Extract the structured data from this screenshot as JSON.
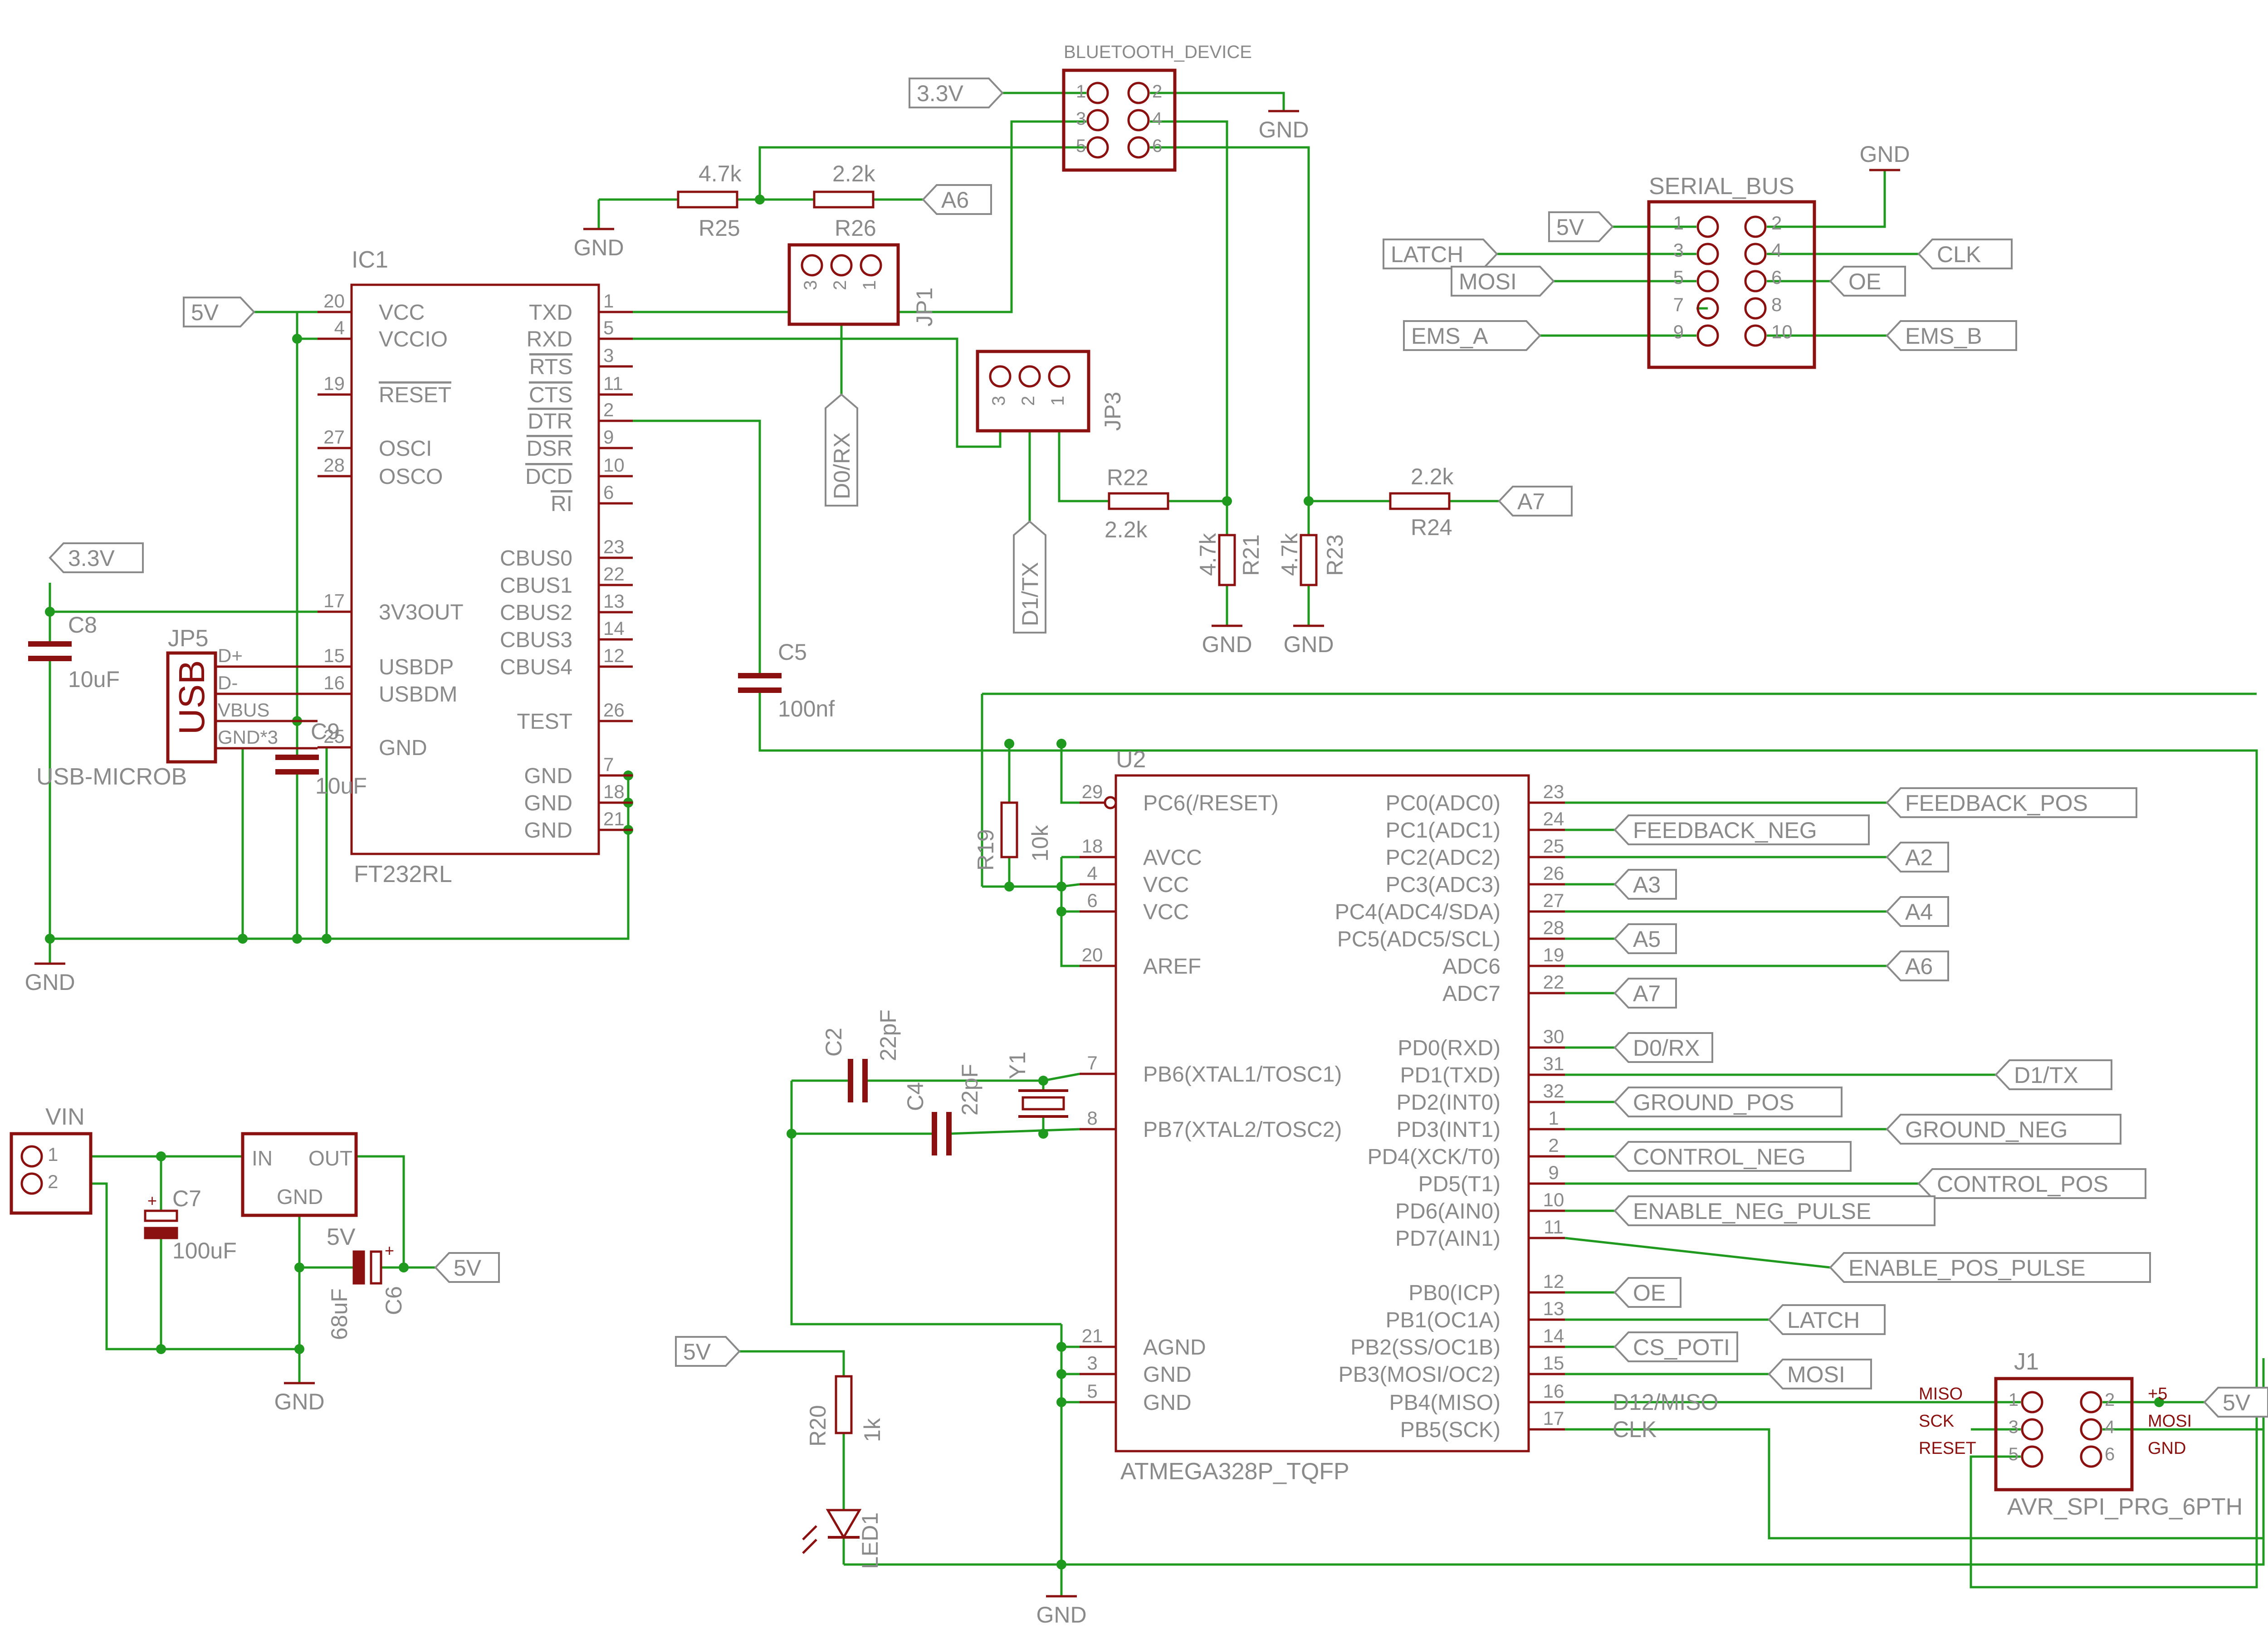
{
  "colors": {
    "wire": "#1f9a1f",
    "part": "#8b1010",
    "text": "#8a8a8a",
    "background": "#ffffff"
  },
  "parts": {
    "ic1": {
      "name": "IC1",
      "value": "FT232RL",
      "left_pins": [
        {
          "num": "20",
          "label": "VCC"
        },
        {
          "num": "4",
          "label": "VCCIO"
        },
        {
          "num": "19",
          "label": "RESET"
        },
        {
          "num": "27",
          "label": "OSCI"
        },
        {
          "num": "28",
          "label": "OSCO"
        },
        {
          "num": "17",
          "label": "3V3OUT"
        },
        {
          "num": "15",
          "label": "USBDP"
        },
        {
          "num": "16",
          "label": "USBDM"
        },
        {
          "num": "25",
          "label": "GND"
        }
      ],
      "right_pins": [
        {
          "num": "1",
          "label": "TXD"
        },
        {
          "num": "5",
          "label": "RXD"
        },
        {
          "num": "3",
          "label": "RTS"
        },
        {
          "num": "11",
          "label": "CTS"
        },
        {
          "num": "2",
          "label": "DTR"
        },
        {
          "num": "9",
          "label": "DSR"
        },
        {
          "num": "10",
          "label": "DCD"
        },
        {
          "num": "6",
          "label": "RI"
        },
        {
          "num": "23",
          "label": "CBUS0"
        },
        {
          "num": "22",
          "label": "CBUS1"
        },
        {
          "num": "13",
          "label": "CBUS2"
        },
        {
          "num": "14",
          "label": "CBUS3"
        },
        {
          "num": "12",
          "label": "CBUS4"
        },
        {
          "num": "26",
          "label": "TEST"
        },
        {
          "num": "7",
          "label": "GND"
        },
        {
          "num": "18",
          "label": "GND"
        },
        {
          "num": "21",
          "label": "GND"
        }
      ]
    },
    "u2": {
      "name": "U2",
      "value": "ATMEGA328P_TQFP",
      "left_pins": [
        {
          "num": "29",
          "label": "PC6(/RESET)"
        },
        {
          "num": "18",
          "label": "AVCC"
        },
        {
          "num": "4",
          "label": "VCC"
        },
        {
          "num": "6",
          "label": "VCC"
        },
        {
          "num": "20",
          "label": "AREF"
        },
        {
          "num": "7",
          "label": "PB6(XTAL1/TOSC1)"
        },
        {
          "num": "8",
          "label": "PB7(XTAL2/TOSC2)"
        },
        {
          "num": "21",
          "label": "AGND"
        },
        {
          "num": "3",
          "label": "GND"
        },
        {
          "num": "5",
          "label": "GND"
        }
      ],
      "right_pins": [
        {
          "num": "23",
          "label": "PC0(ADC0)"
        },
        {
          "num": "24",
          "label": "PC1(ADC1)"
        },
        {
          "num": "25",
          "label": "PC2(ADC2)"
        },
        {
          "num": "26",
          "label": "PC3(ADC3)"
        },
        {
          "num": "27",
          "label": "PC4(ADC4/SDA)"
        },
        {
          "num": "28",
          "label": "PC5(ADC5/SCL)"
        },
        {
          "num": "19",
          "label": "ADC6"
        },
        {
          "num": "22",
          "label": "ADC7"
        },
        {
          "num": "30",
          "label": "PD0(RXD)"
        },
        {
          "num": "31",
          "label": "PD1(TXD)"
        },
        {
          "num": "32",
          "label": "PD2(INT0)"
        },
        {
          "num": "1",
          "label": "PD3(INT1)"
        },
        {
          "num": "2",
          "label": "PD4(XCK/T0)"
        },
        {
          "num": "9",
          "label": "PD5(T1)"
        },
        {
          "num": "10",
          "label": "PD6(AIN0)"
        },
        {
          "num": "11",
          "label": "PD7(AIN1)"
        },
        {
          "num": "12",
          "label": "PB0(ICP)"
        },
        {
          "num": "13",
          "label": "PB1(OC1A)"
        },
        {
          "num": "14",
          "label": "PB2(SS/OC1B)"
        },
        {
          "num": "15",
          "label": "PB3(MOSI/OC2)"
        },
        {
          "num": "16",
          "label": "PB4(MISO)"
        },
        {
          "num": "17",
          "label": "PB5(SCK)"
        }
      ]
    },
    "bluetooth": {
      "name": "BLUETOOTH_DEVICE",
      "pins": [
        "1",
        "2",
        "3",
        "4",
        "5",
        "6"
      ]
    },
    "serial_bus": {
      "name": "SERIAL_BUS",
      "pins": [
        "1",
        "2",
        "3",
        "4",
        "5",
        "6",
        "7",
        "8",
        "9",
        "10"
      ]
    },
    "jp1": {
      "name": "JP1",
      "pins": [
        "3",
        "2",
        "1"
      ]
    },
    "jp3": {
      "name": "JP3",
      "pins": [
        "3",
        "2",
        "1"
      ]
    },
    "jp5": {
      "name": "JP5",
      "value": "USB-MICROB",
      "body_label": "USB",
      "pins": [
        "D+",
        "D-",
        "VBUS",
        "GND*3"
      ]
    },
    "vin": {
      "name": "VIN",
      "pins": [
        "1",
        "2"
      ]
    },
    "regulator": {
      "in_label": "IN",
      "out_label": "OUT",
      "gnd_label": "GND",
      "value": "5V"
    },
    "j1": {
      "name": "J1",
      "value": "AVR_SPI_PRG_6PTH",
      "pins": [
        "1",
        "2",
        "3",
        "4",
        "5",
        "6"
      ],
      "left_labels": [
        "MISO",
        "SCK",
        "RESET"
      ],
      "right_labels": [
        "+5",
        "MOSI",
        "GND"
      ]
    },
    "r25": {
      "name": "R25",
      "value": "4.7k"
    },
    "r26": {
      "name": "R26",
      "value": "2.2k"
    },
    "r22": {
      "name": "R22",
      "value": "2.2k"
    },
    "r21": {
      "name": "R21",
      "value": "4.7k"
    },
    "r23": {
      "name": "R23",
      "value": "4.7k"
    },
    "r24": {
      "name": "R24",
      "value": "2.2k"
    },
    "r19": {
      "name": "R19",
      "value": "10k"
    },
    "r20": {
      "name": "R20",
      "value": "1k"
    },
    "c8": {
      "name": "C8",
      "value": "10uF"
    },
    "c9": {
      "name": "C9",
      "value": "10uF"
    },
    "c5": {
      "name": "C5",
      "value": "100nf"
    },
    "c2": {
      "name": "C2",
      "value": "22pF"
    },
    "c4": {
      "name": "C4",
      "value": "22pF"
    },
    "c7": {
      "name": "C7",
      "value": "100uF"
    },
    "c6": {
      "name": "C6",
      "value": "68uF"
    },
    "y1": {
      "name": "Y1"
    },
    "led1": {
      "name": "LED1"
    }
  },
  "labels": {
    "v33_top": "3.3V",
    "v33_left": "3.3V",
    "v5_ic1": "5V",
    "v5_serial": "5V",
    "v5_led": "5V",
    "v5_reg": "5V",
    "v5_j1": "5V",
    "a6_top": "A6",
    "a7_right": "A7",
    "d0rx_jp1": "D0/RX",
    "d1tx_jp3": "D1/TX",
    "latch_sb": "LATCH",
    "mosi_sb": "MOSI",
    "ems_a": "EMS_A",
    "clk_sb": "CLK",
    "oe_sb": "OE",
    "ems_b": "EMS_B",
    "feedback_pos": "FEEDBACK_POS",
    "feedback_neg": "FEEDBACK_NEG",
    "a2": "A2",
    "a3": "A3",
    "a4": "A4",
    "a5": "A5",
    "a6_u2": "A6",
    "a7_u2": "A7",
    "d0rx_u2": "D0/RX",
    "d1tx_u2": "D1/TX",
    "ground_pos": "GROUND_POS",
    "ground_neg": "GROUND_NEG",
    "control_neg": "CONTROL_NEG",
    "control_pos": "CONTROL_POS",
    "enable_neg_pulse": "ENABLE_NEG_PULSE",
    "enable_pos_pulse": "ENABLE_POS_PULSE",
    "oe_u2": "OE",
    "latch_u2": "LATCH",
    "cs_poti": "CS_POTI",
    "mosi_u2": "MOSI",
    "d12_miso": "D12/MISO",
    "clk_u2": "CLK"
  },
  "gnd_label": "GND"
}
